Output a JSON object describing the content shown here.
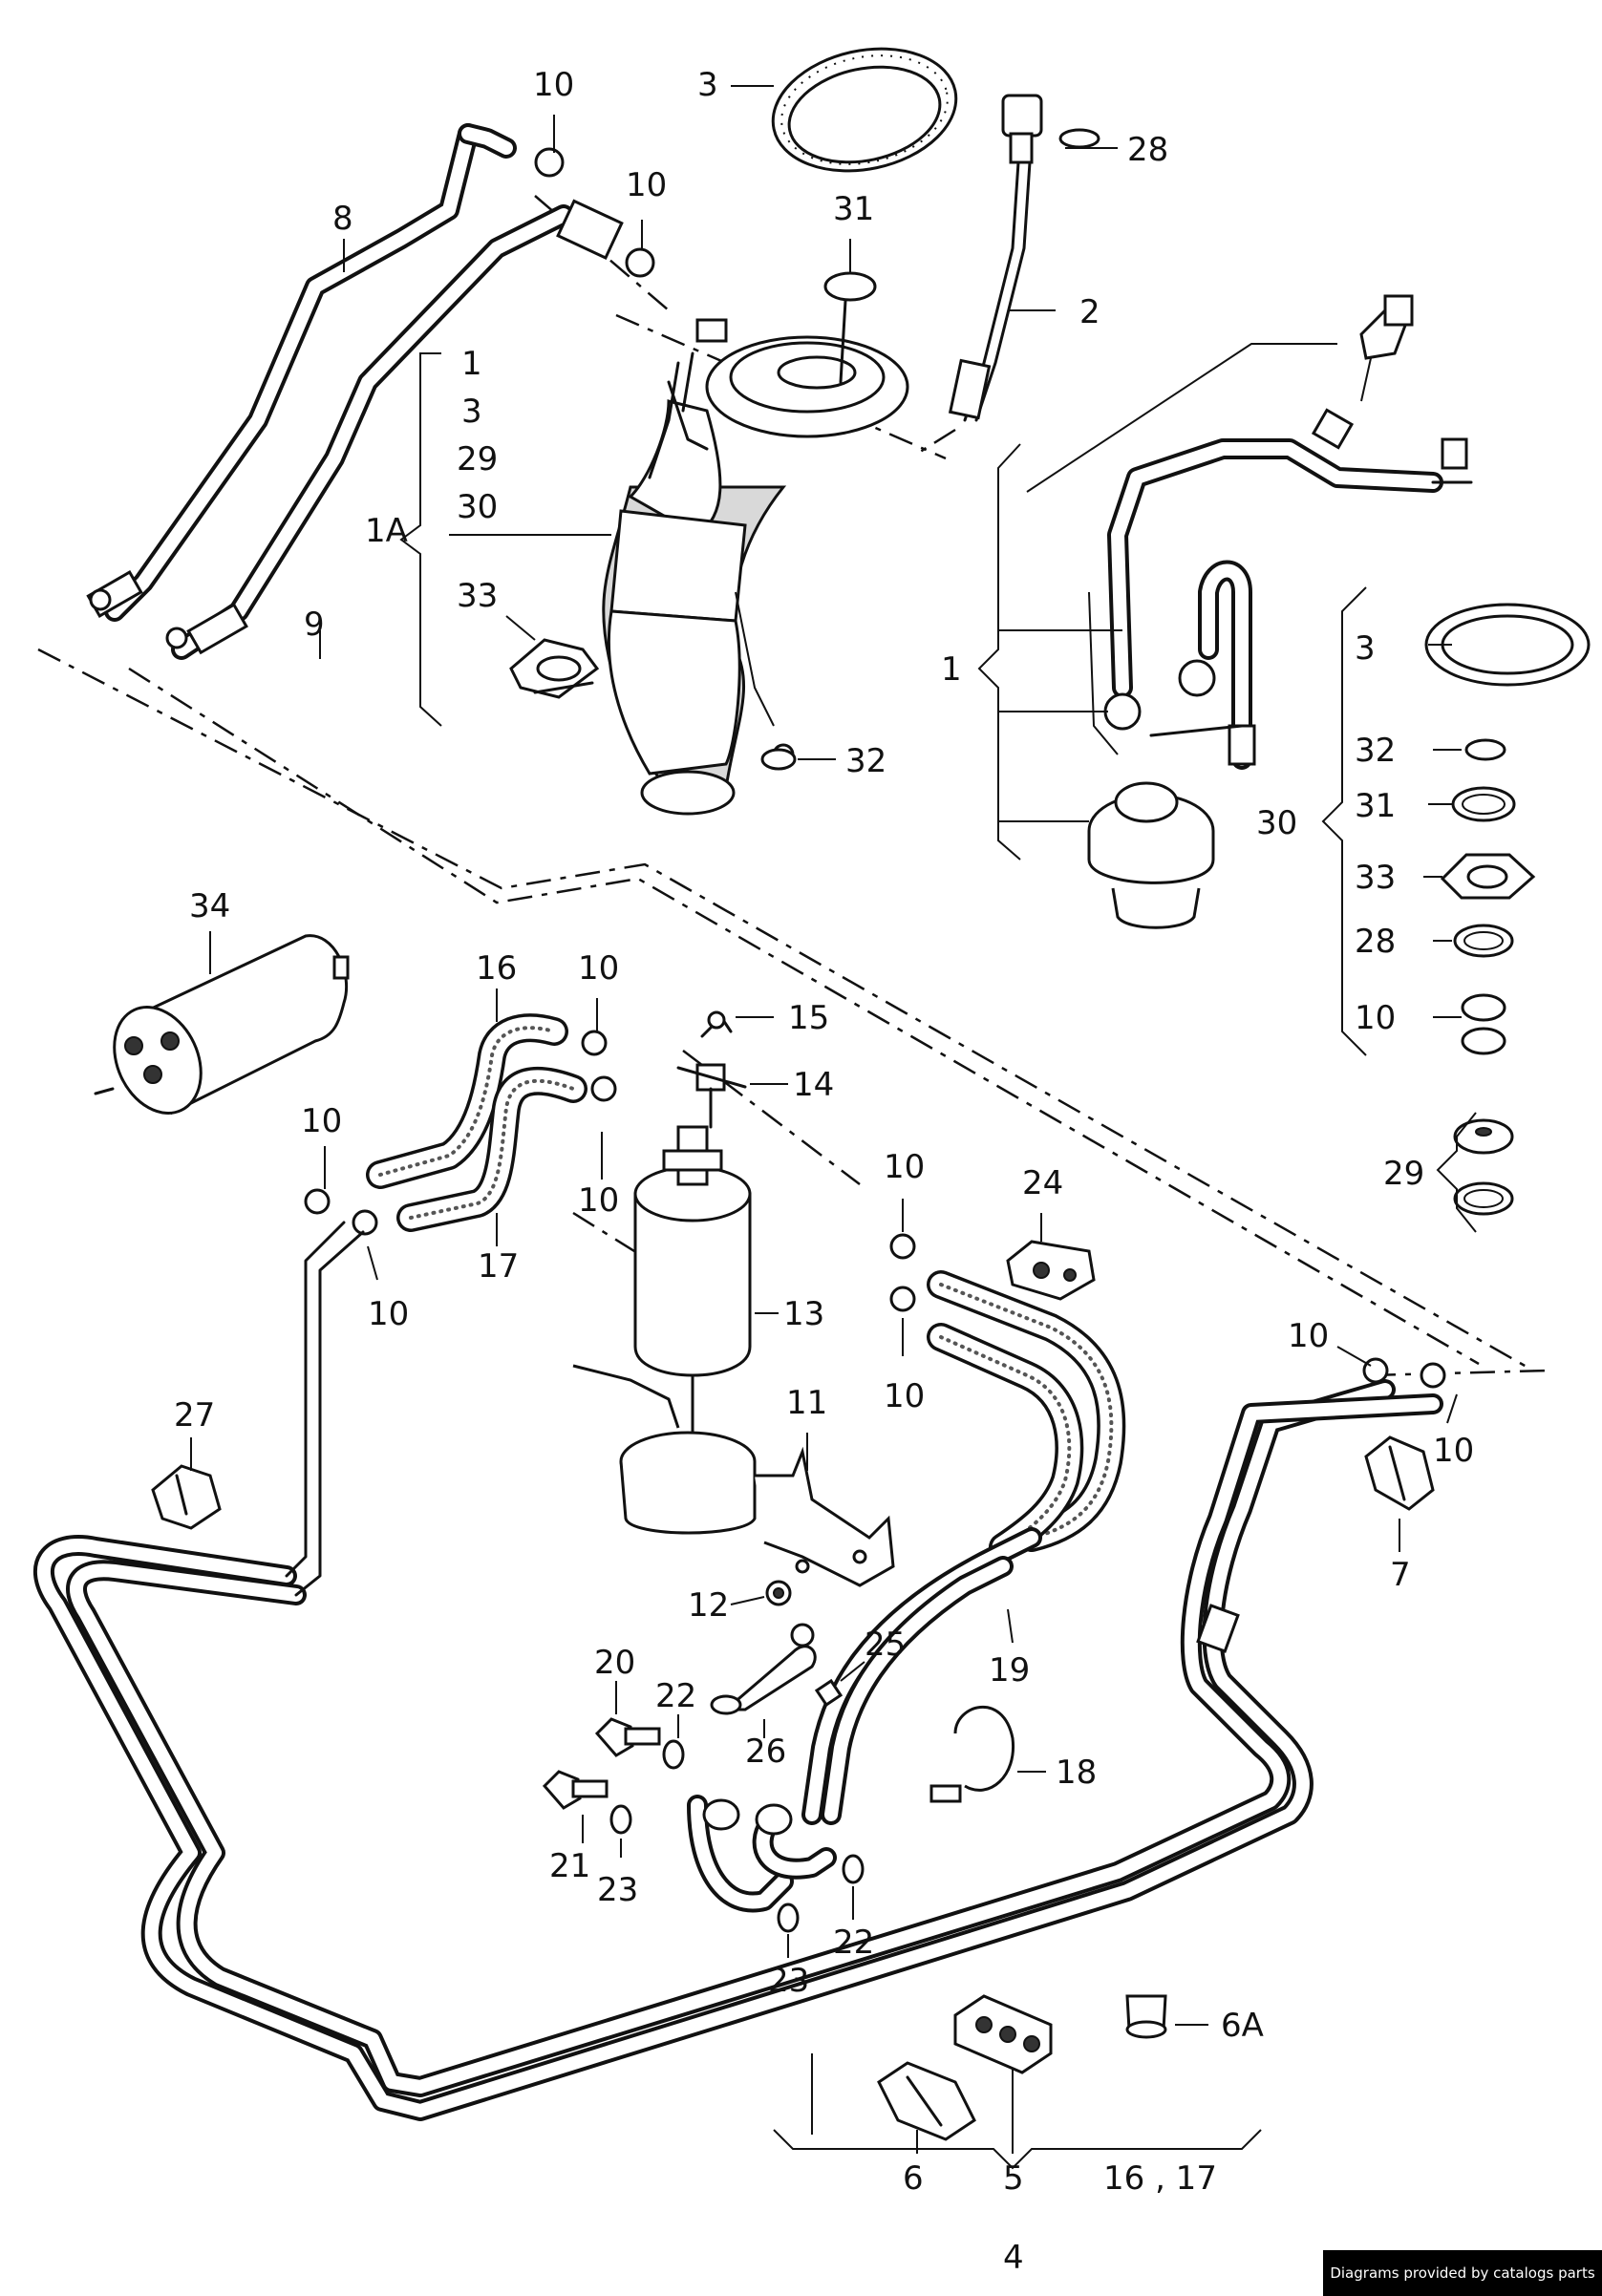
{
  "credit": "Diagrams provided by catalogs parts",
  "callouts": {
    "c10_a": "10",
    "c3_top": "3",
    "c28_top": "28",
    "c8": "8",
    "c10_b": "10",
    "c31_top": "31",
    "c2": "2",
    "g1a_1": "1",
    "g1a_3": "3",
    "g1a_29": "29",
    "g1a_30": "30",
    "c1A": "1A",
    "c33_left": "33",
    "c9": "9",
    "c32_left": "32",
    "c1_right": "1",
    "r3": "3",
    "r32": "32",
    "r31": "31",
    "r33": "33",
    "r28": "28",
    "r10": "10",
    "c30": "30",
    "c29": "29",
    "c34": "34",
    "c16": "16",
    "c10_c": "10",
    "c15": "15",
    "c14": "14",
    "c10_d": "10",
    "c10_e": "10",
    "c10_f": "10",
    "c10_g": "10",
    "c17": "17",
    "c24": "24",
    "c13": "13",
    "c10_h": "10",
    "c10_i": "10",
    "c10_j": "10",
    "c27": "27",
    "c11": "11",
    "c7": "7",
    "c12": "12",
    "c25": "25",
    "c19": "19",
    "c20": "20",
    "c22_a": "22",
    "c26": "26",
    "c18": "18",
    "c21": "21",
    "c23_a": "23",
    "c22_b": "22",
    "c23_b": "23",
    "c6A": "6A",
    "c6": "6",
    "c5": "5",
    "c16_17": "16 , 17",
    "c4": "4"
  }
}
